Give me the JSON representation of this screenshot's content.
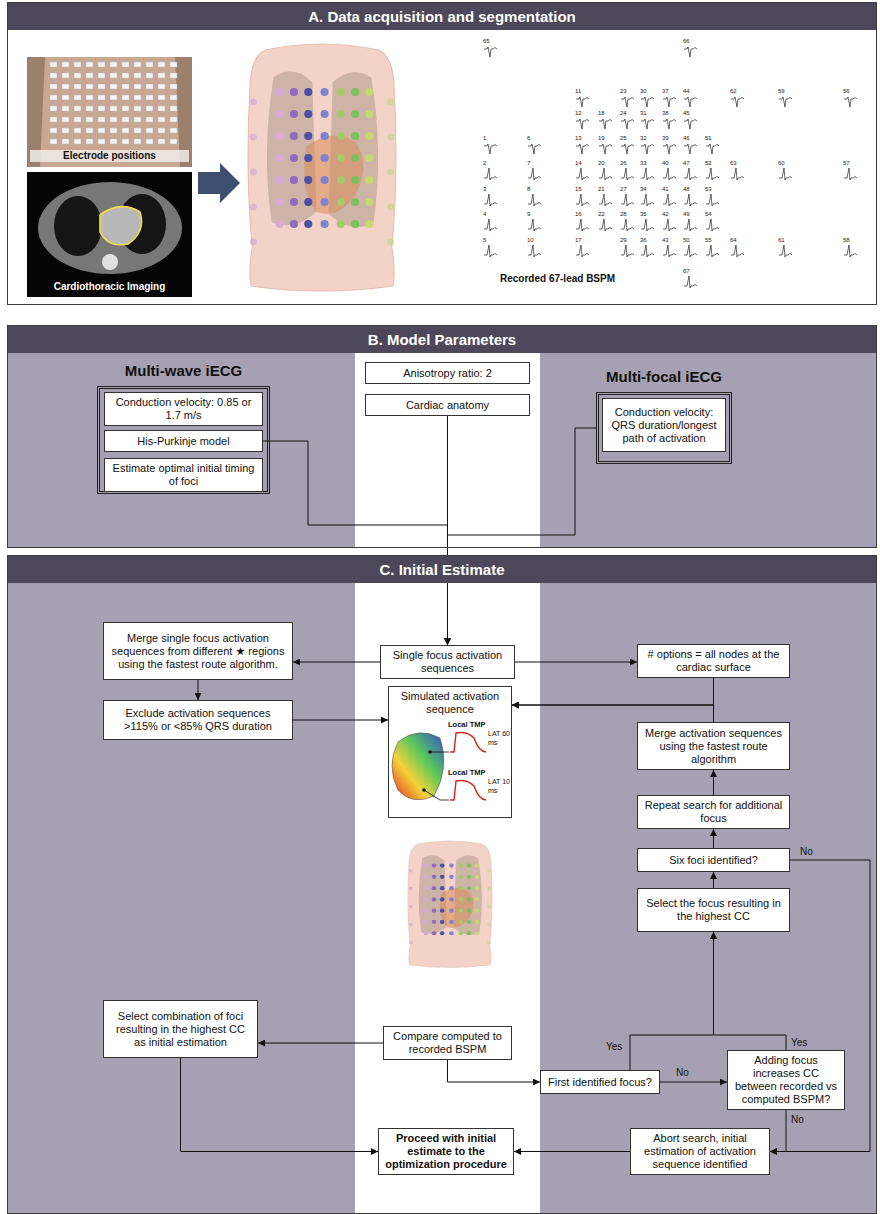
{
  "diagram": {
    "nodes": [
      {
        "text": [
          "A. Data acquisition and segmentation"
        ]
      },
      {
        "text": [
          "B. Model Parameters"
        ]
      },
      {
        "text": [
          "Multi-wave iECG"
        ],
        "in": 1
      },
      {
        "text": [
          "Conduction velocity: 0.85 or 1.7 m/s"
        ],
        "in": 2
      },
      {
        "text": [
          "His-Purkinje model"
        ],
        "in": 2
      },
      {
        "text": [
          "Estimate optimal initial timing of foci"
        ],
        "in": 2
      },
      {
        "text": [
          "Anisotropy ratio: 2"
        ],
        "in": 1
      },
      {
        "text": [
          "Cardiac anatomy"
        ],
        "in": 1
      },
      {
        "text": [
          "Multi-focal iECG"
        ],
        "in": 1
      },
      {
        "text": [
          "Conduction velocity: QRS duration/longest path of activation"
        ],
        "in": 8
      },
      {
        "text": [
          "C. Initial Estimate"
        ]
      },
      {
        "text": [
          "Single focus activation sequences"
        ],
        "in": 10
      },
      {
        "text": [
          "Merge single focus activation sequences from different ★ regions using the fastest route algorithm."
        ],
        "in": 10
      },
      {
        "text": [
          "# options = all nodes at the cardiac surface"
        ],
        "in": 10
      },
      {
        "text": [
          "Exclude activation sequences >115% or <85% QRS duration"
        ],
        "in": 10
      },
      {
        "text": [
          "Simulated activation sequence"
        ],
        "in": 10
      },
      {
        "text": [
          "Merge activation sequences using the fastest route algorithm"
        ],
        "in": 10
      },
      {
        "text": [
          "Repeat search for additional focus"
        ],
        "in": 10
      },
      {
        "text": [
          "Six foci identified?"
        ],
        "in": 10
      },
      {
        "text": [
          "Select the focus resulting in the highest CC"
        ],
        "in": 10
      },
      {
        "text": [
          "Select combination of foci resulting in the highest CC as initial estimation"
        ],
        "in": 10
      },
      {
        "text": [
          "Compare computed to recorded BSPM"
        ],
        "in": 10
      },
      {
        "text": [
          "First identified focus?"
        ],
        "in": 10
      },
      {
        "text": [
          "Adding focus increases CC between recorded vs computed BSPM?"
        ],
        "in": 10
      },
      {
        "text": [
          "Proceed with initial estimate to the optimization procedure"
        ],
        "in": 10
      },
      {
        "text": [
          "Abort search, initial estimation of activation sequence identified"
        ],
        "in": 10
      }
    ],
    "edges": [
      {
        "from": 4,
        "to": 11,
        "arrow": "to"
      },
      {
        "from": 8,
        "to": 11,
        "arrow": "to"
      },
      {
        "from": 7,
        "to": 11,
        "arrow": "to"
      },
      {
        "from": 11,
        "to": 12,
        "arrow": "to"
      },
      {
        "from": 11,
        "to": 13,
        "arrow": "to"
      },
      {
        "from": 12,
        "to": 14,
        "arrow": "to"
      },
      {
        "from": 14,
        "to": 15,
        "arrow": "to"
      },
      {
        "from": 13,
        "to": 15,
        "arrow": "to"
      },
      {
        "from": 16,
        "to": 15,
        "arrow": "to"
      },
      {
        "from": 17,
        "to": 16,
        "arrow": "to"
      },
      {
        "from": 18,
        "to": 17,
        "arrow": "to"
      },
      {
        "from": 19,
        "to": 18,
        "arrow": "to"
      },
      {
        "from": 21,
        "to": 20,
        "arrow": "to"
      },
      {
        "from": 21,
        "to": 22,
        "arrow": "to"
      },
      {
        "from": 22,
        "to": 19,
        "label": "Yes",
        "arrow": "to"
      },
      {
        "from": 22,
        "to": 23,
        "label": "No",
        "arrow": "to"
      },
      {
        "from": 23,
        "to": 19,
        "label": "Yes",
        "arrow": "to"
      },
      {
        "from": 23,
        "to": 25,
        "label": "No",
        "arrow": "to"
      },
      {
        "from": 18,
        "to": 25,
        "label": "No",
        "arrow": "to"
      },
      {
        "from": 25,
        "to": 24,
        "arrow": "to"
      },
      {
        "from": 20,
        "to": 24,
        "arrow": "to"
      }
    ],
    "labels": [
      "Electrode positions",
      "Cardiothoracic Imaging",
      "65",
      "66",
      "11",
      "23",
      "30",
      "37",
      "44",
      "62",
      "59",
      "56",
      "12",
      "18",
      "24",
      "31",
      "38",
      "45",
      "1",
      "6",
      "13",
      "19",
      "25",
      "32",
      "39",
      "46",
      "51",
      "2",
      "7",
      "14",
      "20",
      "26",
      "33",
      "40",
      "47",
      "52",
      "63",
      "60",
      "57",
      "3",
      "8",
      "15",
      "21",
      "27",
      "34",
      "41",
      "48",
      "53",
      "4",
      "9",
      "16",
      "22",
      "28",
      "35",
      "42",
      "49",
      "54",
      "5",
      "10",
      "17",
      "29",
      "36",
      "43",
      "50",
      "55",
      "64",
      "61",
      "58",
      "67",
      "Recorded 67-lead BSPM",
      "Local TMP",
      "LAT 60 ms",
      "Local TMP",
      "LAT 10 ms"
    ]
  }
}
